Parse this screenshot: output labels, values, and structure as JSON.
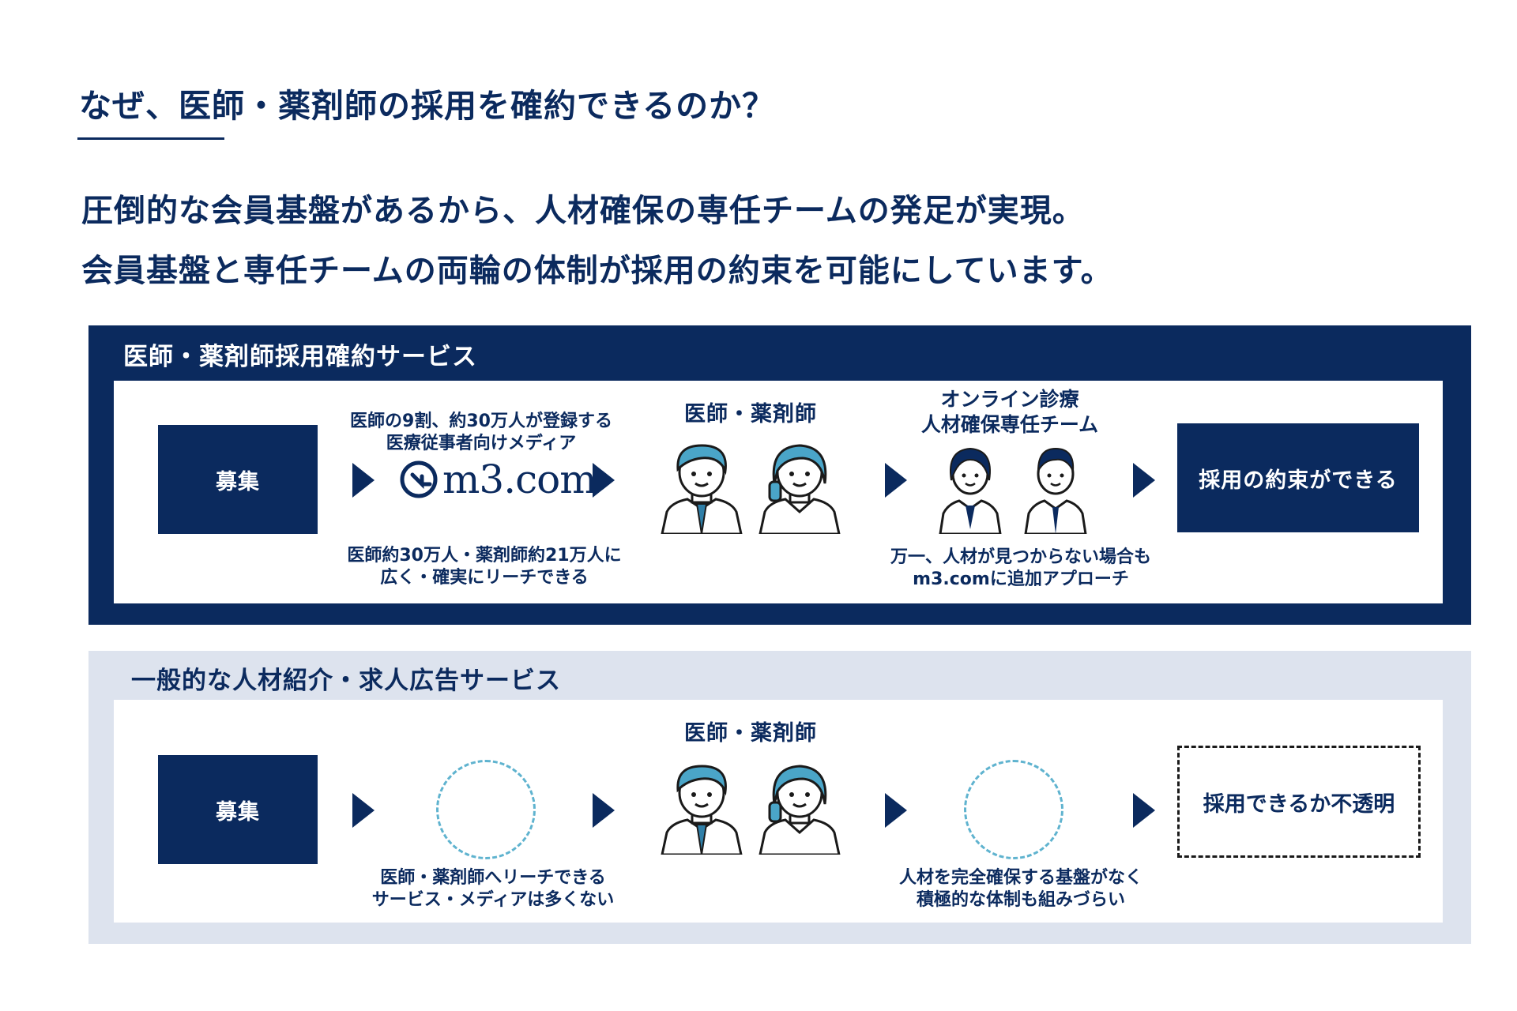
{
  "heading": "なぜ、医師・薬剤師の採用を確約できるのか？",
  "lead": [
    "圧倒的な会員基盤があるから、人材確保の専任チームの発足が実現。",
    "会員基盤と専任チームの両輪の体制が採用の約束を可能にしています。"
  ],
  "colors": {
    "navy": "#0b2a5e",
    "light_panel": "#dde3ee",
    "accent_cyan": "#5fb3cf"
  },
  "panel_a": {
    "title": "医師・薬剤師採用確約サービス",
    "start_box": "募集",
    "media_caption_top": [
      "医師の9割、約30万人が登録する",
      "医療従事者向けメディア"
    ],
    "media_logo": "m3.com",
    "media_caption_bottom": [
      "医師約30万人・薬剤師約21万人に",
      "広く・確実にリーチできる"
    ],
    "targets_label": "医師・薬剤師",
    "team_label": [
      "オンライン診療",
      "人材確保専任チーム"
    ],
    "team_caption_bottom": [
      "万一、人材が見つからない場合も",
      "m3.comに追加アプローチ"
    ],
    "result_box": "採用の約束ができる"
  },
  "panel_b": {
    "title": "一般的な人材紹介・求人広告サービス",
    "start_box": "募集",
    "media_caption_bottom": [
      "医師・薬剤師へリーチできる",
      "サービス・メディアは多くない"
    ],
    "targets_label": "医師・薬剤師",
    "team_caption_bottom": [
      "人材を完全確保する基盤がなく",
      "積極的な体制も組みづらい"
    ],
    "result_box": "採用できるか不透明"
  },
  "icons": [
    "doctor-icon",
    "pharmacist-icon",
    "female-staff-icon",
    "male-staff-icon",
    "m3-logo-icon",
    "arrow-right-icon"
  ]
}
